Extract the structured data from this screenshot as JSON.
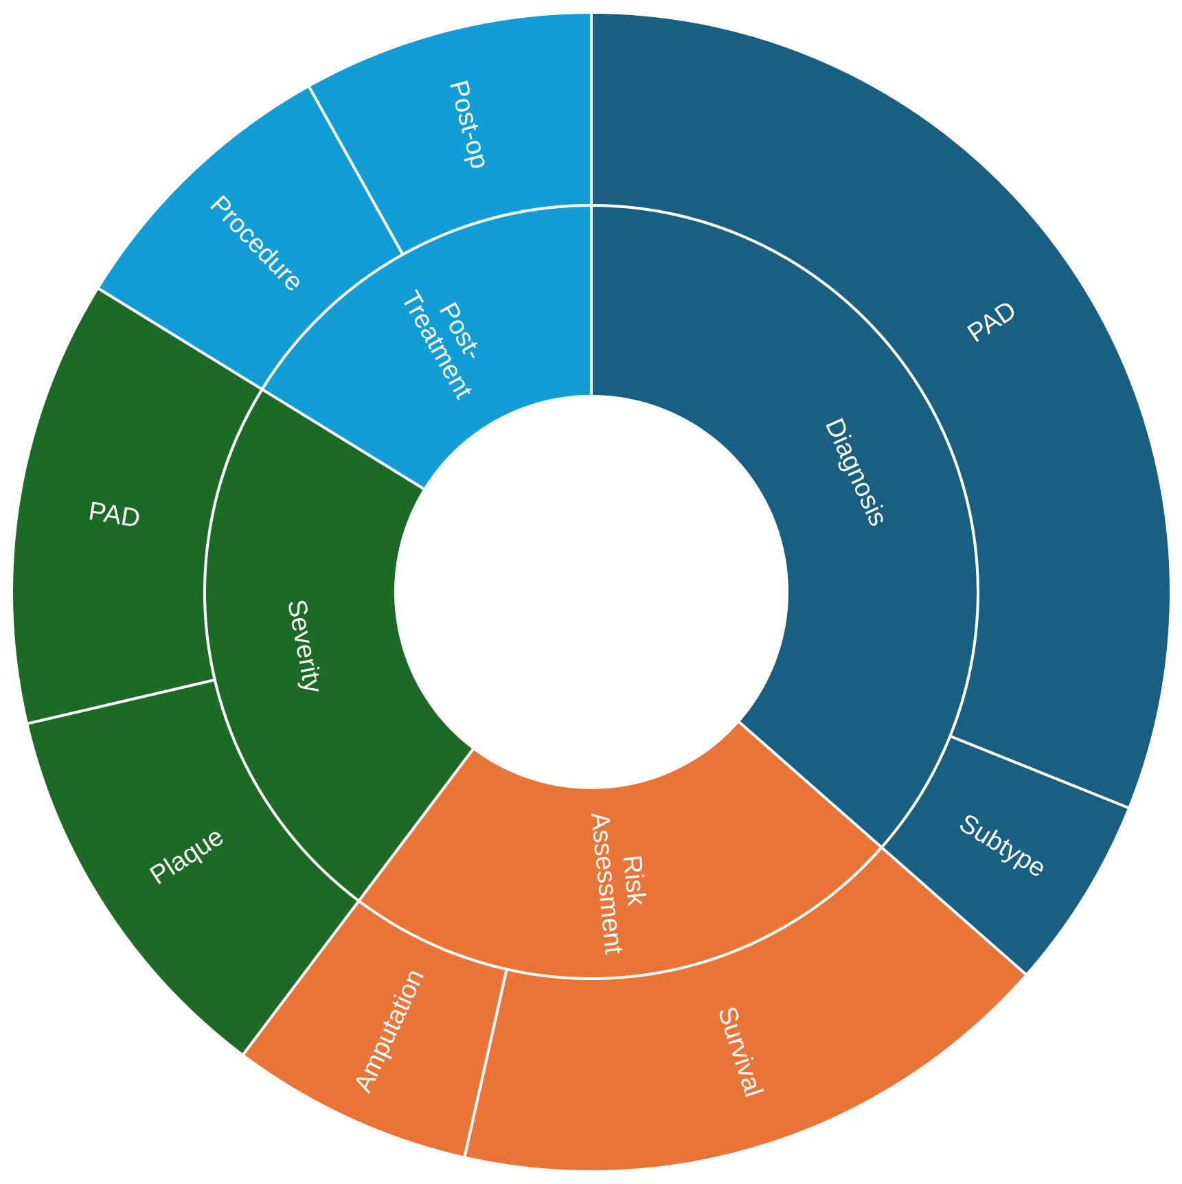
{
  "chart_data": {
    "type": "sunburst",
    "title": "",
    "inner": [
      {
        "name": "Diagnosis",
        "value": 135,
        "color": "#185F82"
      },
      {
        "name": "Risk Assessment",
        "value": 88,
        "color": "#E87537"
      },
      {
        "name": "Severity",
        "value": 87,
        "color": "#1C6A25"
      },
      {
        "name": "Post-Treatment",
        "value": 60,
        "color": "#139DD6"
      }
    ],
    "outer": [
      {
        "name": "PAD",
        "parent": "Diagnosis",
        "value": 115,
        "color": "#185F82"
      },
      {
        "name": "Subtype",
        "parent": "Diagnosis",
        "value": 20,
        "color": "#185F82"
      },
      {
        "name": "Survival",
        "parent": "Risk Assessment",
        "value": 63,
        "color": "#E87537"
      },
      {
        "name": "Amputation",
        "parent": "Risk Assessment",
        "value": 25,
        "color": "#E87537"
      },
      {
        "name": "Plaque",
        "parent": "Severity",
        "value": 41,
        "color": "#1C6A25"
      },
      {
        "name": "PAD",
        "parent": "Severity",
        "value": 46,
        "color": "#1C6A25"
      },
      {
        "name": "Procedure",
        "parent": "Post-Treatment",
        "value": 30,
        "color": "#139DD6"
      },
      {
        "name": "Post-op",
        "parent": "Post-Treatment",
        "value": 30,
        "color": "#139DD6"
      }
    ]
  }
}
